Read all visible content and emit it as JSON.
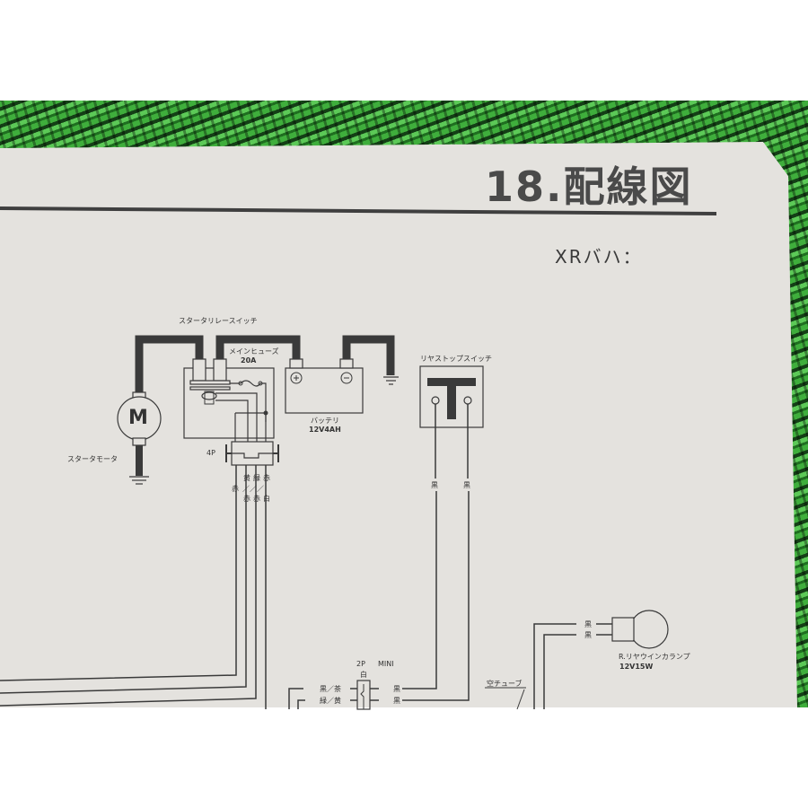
{
  "page": {
    "title": "18.配線図",
    "subtitle": "XRバハ："
  },
  "colors": {
    "paper": "#e4e2de",
    "ink": "#3a3a3a",
    "turf_green": "#3fae3c",
    "background": "#ffffff"
  },
  "components": {
    "starter_relay_switch": {
      "label": "スタータリレースイッチ"
    },
    "main_fuse": {
      "label": "メインヒューズ",
      "rating": "20A"
    },
    "battery": {
      "label": "バッテリ",
      "rating": "12V4AH",
      "plus": "+",
      "minus": "−"
    },
    "starter_motor": {
      "label": "スタータモータ",
      "symbol": "M"
    },
    "rear_stop_switch": {
      "label": "リヤストップスイッチ",
      "symbol": "T",
      "wire_left": "黒",
      "wire_right": "黒"
    },
    "connector_4p": {
      "label": "4P",
      "top_colors": [
        "黄",
        "緑",
        "赤"
      ],
      "left_color": "赤",
      "bottom_colors": [
        "赤",
        "赤",
        "白"
      ]
    },
    "connector_2p_mini": {
      "label": "2P",
      "type": "MINI",
      "color": "白",
      "left_wires": [
        "黒／茶",
        "緑／黄"
      ],
      "right_wires": [
        "黒",
        "黒"
      ]
    },
    "air_tube": {
      "label": "空チューブ"
    },
    "rear_winker_lamp": {
      "label": "R.リヤウインカランプ",
      "rating": "12V15W",
      "wires": [
        "黒",
        "黒"
      ]
    }
  }
}
